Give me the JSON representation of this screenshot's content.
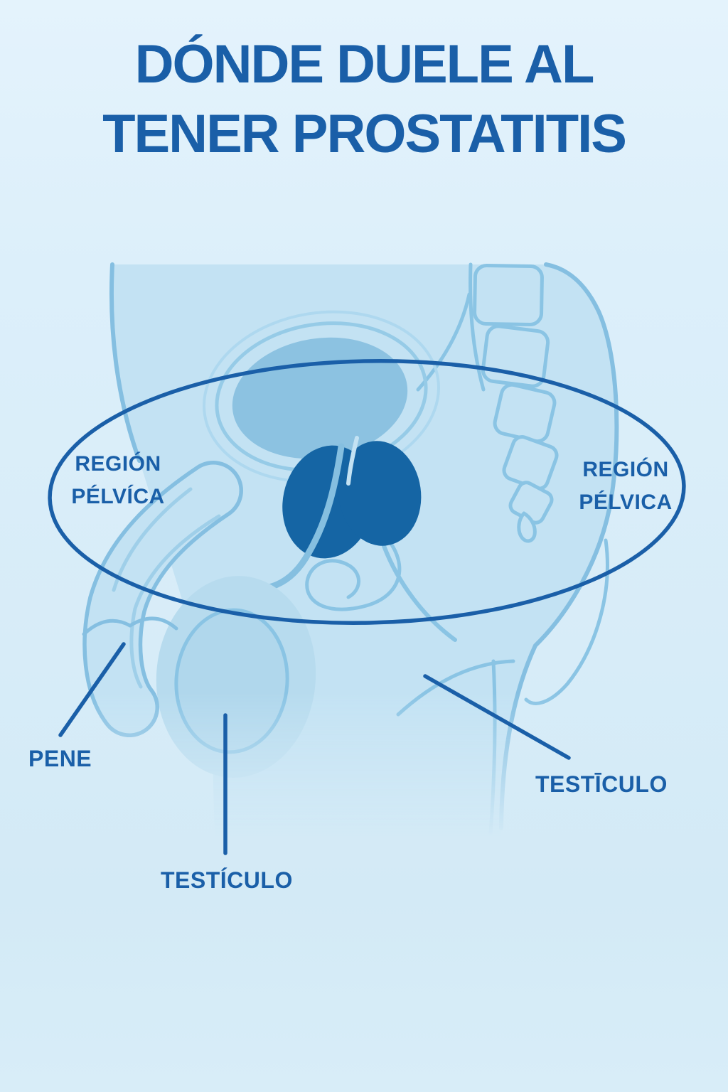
{
  "title": {
    "line1": "DÓNDE DUELE AL",
    "line2": "TENER PROSTATITIS"
  },
  "labels": {
    "region_left_line1": "REGIÓN",
    "region_left_line2": "PÉLVÍCA",
    "region_right_line1": "REGIÓN",
    "region_right_line2": "PÉLVICA",
    "pene": "PENE",
    "testiculo_right": "TESTĪCULO",
    "testiculo_bottom": "TESTÍCULO"
  },
  "figure": {
    "type": "anatomical-diagram",
    "subject": "male pelvis side view with prostate highlighted",
    "annotated_regions": [
      "REGIÓN PÉLVÍCA",
      "REGIÓN PÉLVICA",
      "PENE",
      "TESTĪCULO",
      "TESTÍCULO"
    ]
  },
  "colors": {
    "background": "#ddeffa",
    "accent_text_and_lines": "#1a5fa8",
    "body_fill": "#c3e2f3",
    "organ_outline": "#8ac4e4",
    "body_edge": "#85bfe1",
    "bladder_fill": "#8cc2e1",
    "prostate_fill": "#1565a4",
    "scrotum_fill": "#b7dbee"
  }
}
